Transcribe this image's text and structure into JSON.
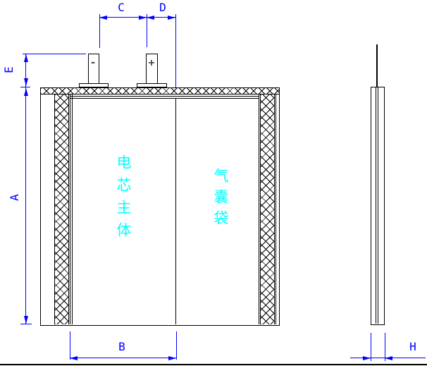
{
  "dimensions": {
    "a": "A",
    "b": "B",
    "c": "C",
    "d": "D",
    "e": "E",
    "h": "H"
  },
  "terminals": {
    "negative": "-",
    "positive": "+"
  },
  "regions": {
    "cell_body": "电芯主体",
    "gas_bag": "气囊袋"
  },
  "colors": {
    "dimension": "#0000ff",
    "region_label": "#00ffff",
    "outline": "#000000",
    "terminal_symbol": "#4d4d4d",
    "background": "#ffffff"
  }
}
